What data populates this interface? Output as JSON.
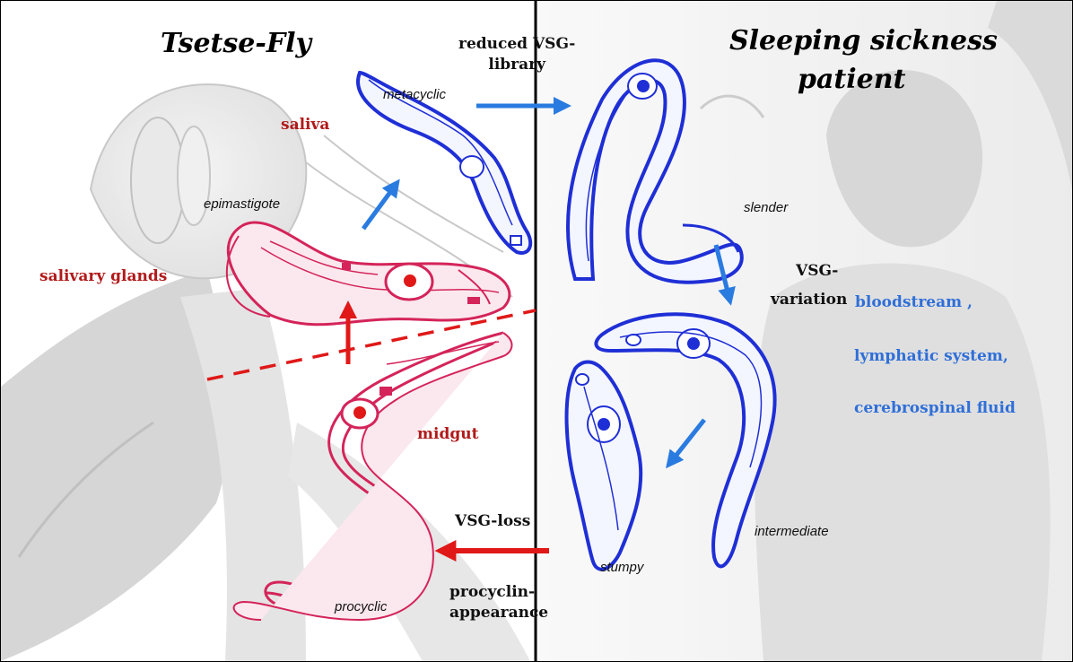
{
  "titles": {
    "left": "Tsetse-Fly",
    "right_line1": "Sleeping sickness",
    "right_line2": "patient"
  },
  "transitions": {
    "reduced_line1": "reduced VSG-",
    "reduced_line2": "library",
    "vsg_line1": "VSG-",
    "vsg_line2": "variation",
    "vsg_loss": "VSG-loss",
    "procyclin_line1": "procyclin-",
    "procyclin_line2": "appearance"
  },
  "fly_sites": {
    "saliva": "saliva",
    "salivary_glands": "salivary glands",
    "midgut": "midgut"
  },
  "host_sites": {
    "bloodstream": "bloodstream ,",
    "lymphatic": "lymphatic system,",
    "csf": "cerebrospinal fluid"
  },
  "stages": {
    "metacyclic": "metacyclic",
    "epimastigote": "epimastigote",
    "slender": "slender",
    "intermediate": "intermediate",
    "stumpy": "stumpy",
    "procyclic": "procyclic"
  },
  "colors": {
    "fly_stage": "#d4245a",
    "host_stage": "#1f2fd6",
    "blue_arrow": "#2a7be0",
    "red_arrow": "#e01818",
    "fly_label": "#b11a1a",
    "host_site_label": "#2f6fd8"
  }
}
